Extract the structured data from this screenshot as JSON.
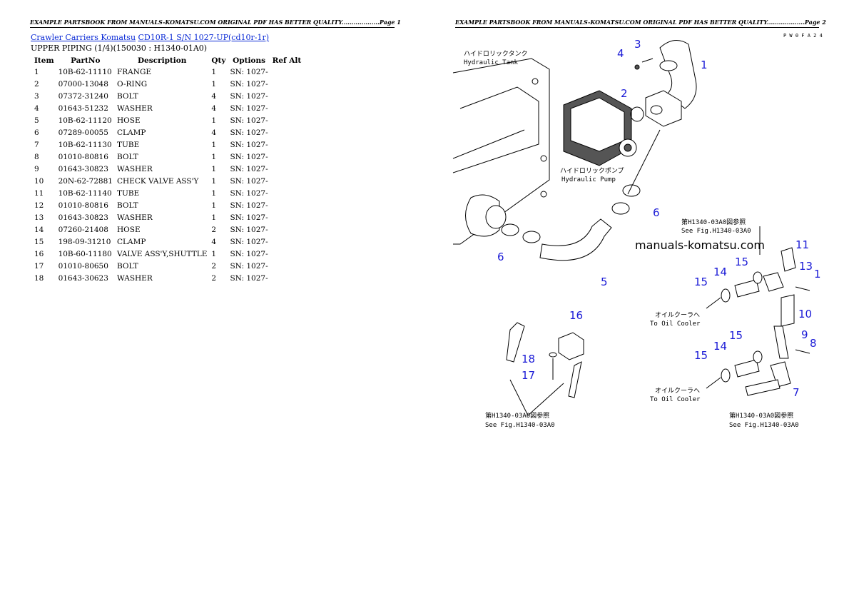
{
  "page1_header": "EXAMPLE PARTSBOOK FROM MANUALS-KOMATSU.COM ORIGINAL PDF HAS BETTER QUALITY...................Page 1",
  "page2_header": "EXAMPLE PARTSBOOK FROM MANUALS-KOMATSU.COM ORIGINAL PDF HAS BETTER QUALITY...................Page 2",
  "breadcrumb": {
    "link1": "Crawler Carriers Komatsu",
    "link2": "CD10R-1 S/N 1027-UP(cd10r-1r)"
  },
  "subtitle": "UPPER PIPING (1/4)(150030 : H1340-01A0)",
  "table": {
    "headers": [
      "Item",
      "PartNo",
      "Description",
      "Qty",
      "Options",
      "Ref Alt"
    ],
    "rows": [
      [
        "1",
        "10B-62-11110",
        "FRANGE",
        "1",
        "SN: 1027-"
      ],
      [
        "2",
        "07000-13048",
        "O-RING",
        "1",
        "SN: 1027-"
      ],
      [
        "3",
        "07372-31240",
        "BOLT",
        "4",
        "SN: 1027-"
      ],
      [
        "4",
        "01643-51232",
        "WASHER",
        "4",
        "SN: 1027-"
      ],
      [
        "5",
        "10B-62-11120",
        "HOSE",
        "1",
        "SN: 1027-"
      ],
      [
        "6",
        "07289-00055",
        "CLAMP",
        "4",
        "SN: 1027-"
      ],
      [
        "7",
        "10B-62-11130",
        "TUBE",
        "1",
        "SN: 1027-"
      ],
      [
        "8",
        "01010-80816",
        "BOLT",
        "1",
        "SN: 1027-"
      ],
      [
        "9",
        "01643-30823",
        "WASHER",
        "1",
        "SN: 1027-"
      ],
      [
        "10",
        "20N-62-72881",
        "CHECK VALVE ASS'Y",
        "1",
        "SN: 1027-"
      ],
      [
        "11",
        "10B-62-11140",
        "TUBE",
        "1",
        "SN: 1027-"
      ],
      [
        "12",
        "01010-80816",
        "BOLT",
        "1",
        "SN: 1027-"
      ],
      [
        "13",
        "01643-30823",
        "WASHER",
        "1",
        "SN: 1027-"
      ],
      [
        "14",
        "07260-21408",
        "HOSE",
        "2",
        "SN: 1027-"
      ],
      [
        "15",
        "198-09-31210",
        "CLAMP",
        "4",
        "SN: 1027-"
      ],
      [
        "16",
        "10B-60-11180",
        "VALVE ASS'Y,SHUTTLE",
        "1",
        "SN: 1027-"
      ],
      [
        "17",
        "01010-80650",
        "BOLT",
        "2",
        "SN: 1027-"
      ],
      [
        "18",
        "01643-30623",
        "WASHER",
        "2",
        "SN: 1027-"
      ]
    ]
  },
  "diagram": {
    "page_code": "P W 0 F A 2 4",
    "watermark": "manuals-komatsu.com",
    "label_tank_jp": "ハイドロリックタンク",
    "label_tank_en": "Hydraulic Tank",
    "label_pump_jp": "ハイドロリックポンプ",
    "label_pump_en": "Hydraulic Pump",
    "label_fig_jp": "第H1340-03A0図参照",
    "label_fig_en": "See Fig.H1340-03A0",
    "label_cooler_jp": "オイルクーラへ",
    "label_cooler_en": "To Oil Cooler",
    "callouts": [
      "1",
      "2",
      "3",
      "4",
      "5",
      "6",
      "6",
      "7",
      "8",
      "9",
      "10",
      "11",
      "13",
      "1",
      "14",
      "14",
      "15",
      "15",
      "15",
      "15",
      "16",
      "17",
      "18"
    ]
  },
  "colors": {
    "link": "#0b2bd6",
    "callout": "#1a1ad6"
  }
}
